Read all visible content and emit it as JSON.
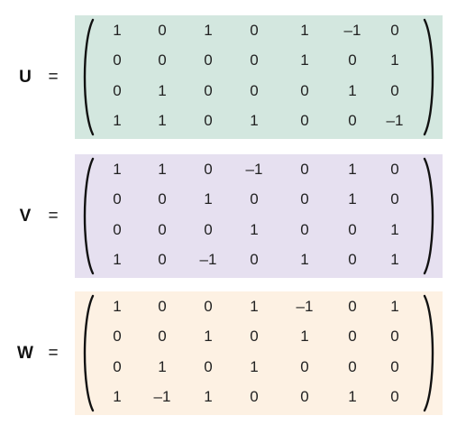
{
  "matrices": [
    {
      "name": "U",
      "equals": "=",
      "bg_color": "#d3e7df",
      "rows": [
        [
          "1",
          "0",
          "1",
          "0",
          "1",
          "–1",
          "0"
        ],
        [
          "0",
          "0",
          "0",
          "0",
          "1",
          "0",
          "1"
        ],
        [
          "0",
          "1",
          "0",
          "0",
          "0",
          "1",
          "0"
        ],
        [
          "1",
          "1",
          "0",
          "1",
          "0",
          "0",
          "–1"
        ]
      ]
    },
    {
      "name": "V",
      "equals": "=",
      "bg_color": "#e6e0f0",
      "rows": [
        [
          "1",
          "1",
          "0",
          "–1",
          "0",
          "1",
          "0"
        ],
        [
          "0",
          "0",
          "1",
          "0",
          "0",
          "1",
          "0"
        ],
        [
          "0",
          "0",
          "0",
          "1",
          "0",
          "0",
          "1"
        ],
        [
          "1",
          "0",
          "–1",
          "0",
          "1",
          "0",
          "1"
        ]
      ]
    },
    {
      "name": "W",
      "equals": "=",
      "bg_color": "#fdf1e3",
      "rows": [
        [
          "1",
          "0",
          "0",
          "1",
          "–1",
          "0",
          "1"
        ],
        [
          "0",
          "0",
          "1",
          "0",
          "1",
          "0",
          "0"
        ],
        [
          "0",
          "1",
          "0",
          "1",
          "0",
          "0",
          "0"
        ],
        [
          "1",
          "–1",
          "1",
          "0",
          "0",
          "1",
          "0"
        ]
      ]
    }
  ]
}
